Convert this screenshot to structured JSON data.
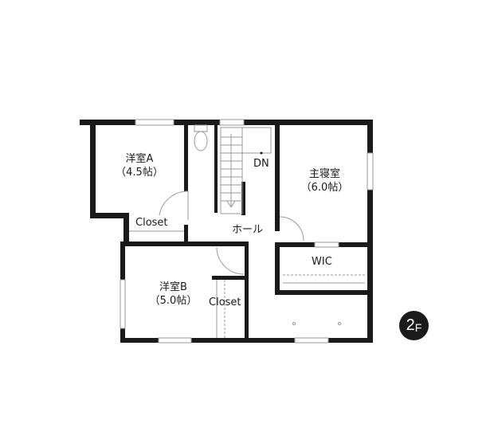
{
  "floor_plan": {
    "floor_badge": {
      "number": "2",
      "letter": "F"
    },
    "rooms": {
      "western_a": {
        "name": "洋室A",
        "size": "（4.5帖）"
      },
      "master_bedroom": {
        "name": "主寝室",
        "size": "（6.0帖）"
      },
      "western_b": {
        "name": "洋室B",
        "size": "（5.0帖）"
      },
      "closet_a": {
        "name": "Closet"
      },
      "closet_b": {
        "name": "Closet"
      },
      "wic": {
        "name": "WIC"
      },
      "hall": {
        "name": "ホール"
      },
      "stairs": {
        "label": "DN"
      }
    },
    "colors": {
      "wall": "#1a1a1a",
      "fixture": "#9a9a9a",
      "background": "#ffffff"
    }
  }
}
